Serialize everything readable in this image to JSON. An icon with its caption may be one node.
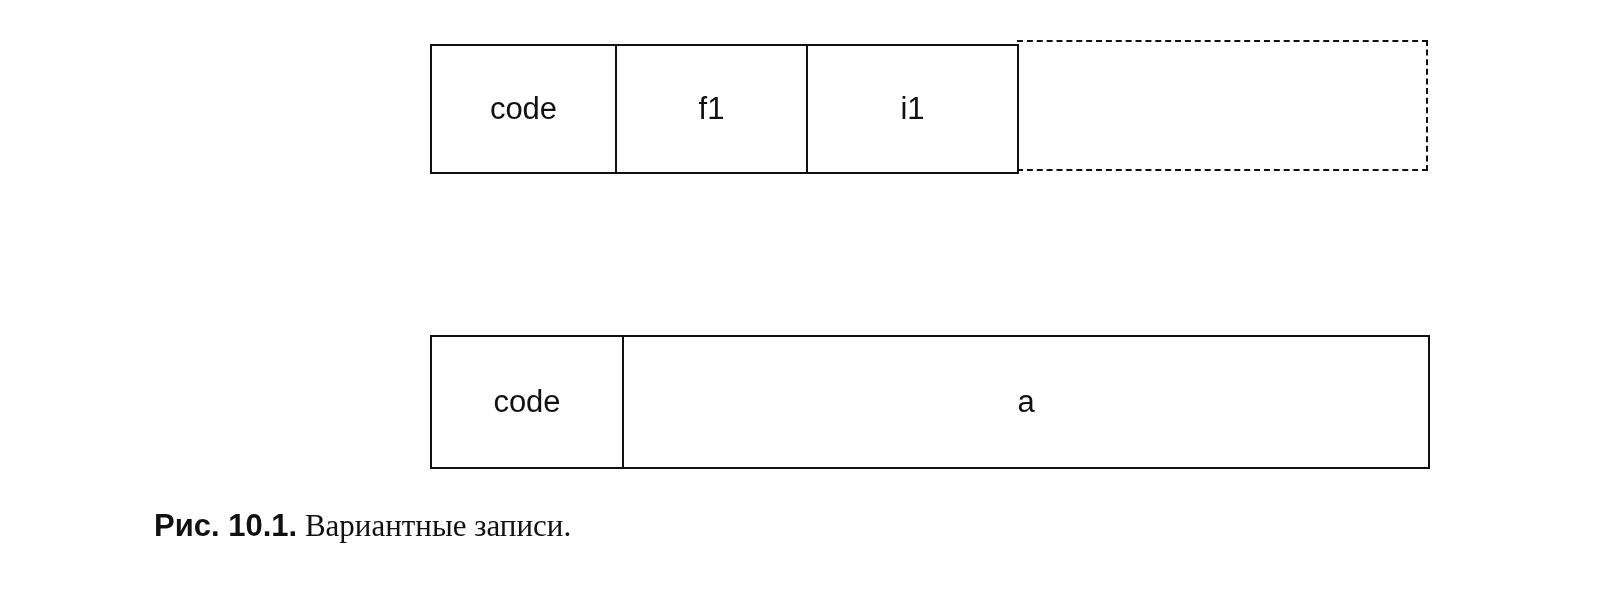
{
  "diagram": {
    "caption": "**Рис. 10.1.** Вариантные записи.",
    "nodes": [
      {
        "text": [
          "code"
        ]
      },
      {
        "text": [
          "f1"
        ]
      },
      {
        "text": [
          "i1"
        ]
      },
      {
        "text": [],
        "shape": "box"
      },
      {
        "text": [
          "code"
        ]
      },
      {
        "text": [
          "a"
        ]
      }
    ],
    "edges": []
  }
}
